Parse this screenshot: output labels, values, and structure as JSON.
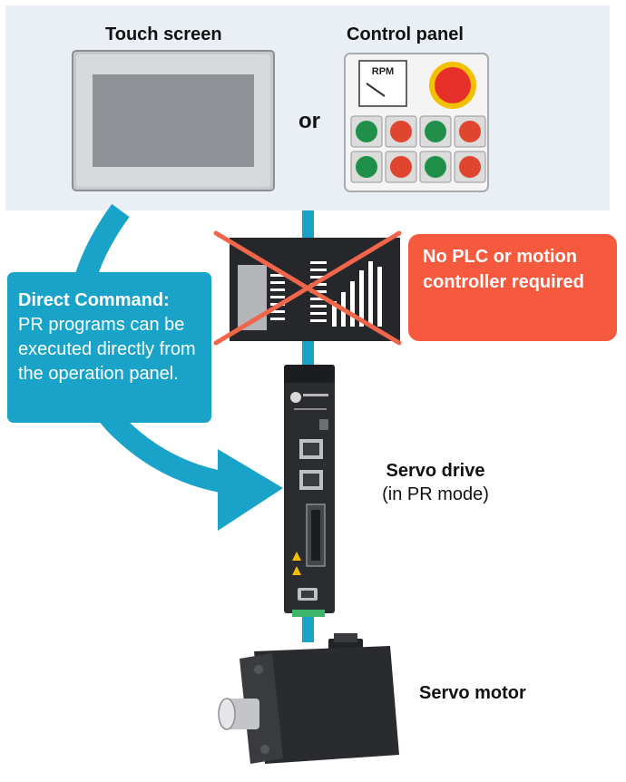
{
  "labels": {
    "touch_screen": "Touch screen",
    "control_panel": "Control panel",
    "or": "or",
    "rpm": "RPM",
    "servo_drive_line1": "Servo drive",
    "servo_drive_line2": "(in PR mode)",
    "servo_motor": "Servo motor"
  },
  "direct_command": {
    "title": "Direct Command:",
    "body": "PR programs can be executed directly from the operation panel."
  },
  "no_plc": {
    "text": "No PLC or motion controller required"
  },
  "colors": {
    "cable": "#1aa3c9",
    "callout_blue": "#1aa3c9",
    "callout_red": "#f55a3f",
    "band": "#eaeff5",
    "cross": "#f0664a",
    "button_green": "#1f8f4a",
    "button_red": "#e0452f",
    "estop": "#e8302a",
    "estop_ring": "#f3c000"
  },
  "icons": [
    "touch-screen-icon",
    "control-panel-icon",
    "plc-icon",
    "cross-icon",
    "servo-drive-icon",
    "servo-motor-icon",
    "arrow-icon"
  ]
}
